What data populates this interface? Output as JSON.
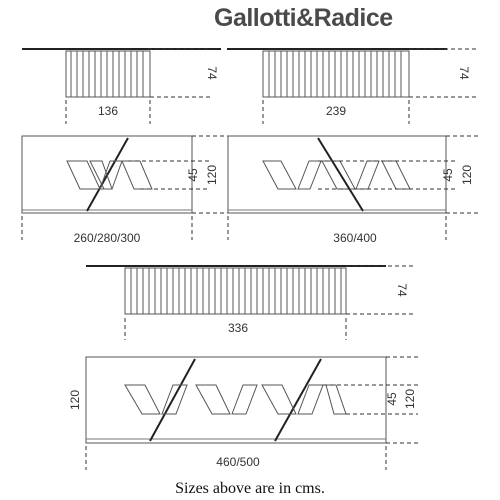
{
  "brand": {
    "name": "Gallotti&Radice"
  },
  "views": {
    "side_small": {
      "width": "136",
      "height": "74"
    },
    "side_medium": {
      "width": "239",
      "height": "74"
    },
    "top_small": {
      "length": "260/280/300",
      "depth": "120",
      "gap": "45"
    },
    "top_medium": {
      "length": "360/400",
      "depth": "120",
      "gap": "45"
    },
    "side_large": {
      "width": "336",
      "height": "74"
    },
    "top_large": {
      "length": "460/500",
      "depth": "120",
      "gap": "45"
    }
  },
  "footnote": "Sizes above are in cms."
}
